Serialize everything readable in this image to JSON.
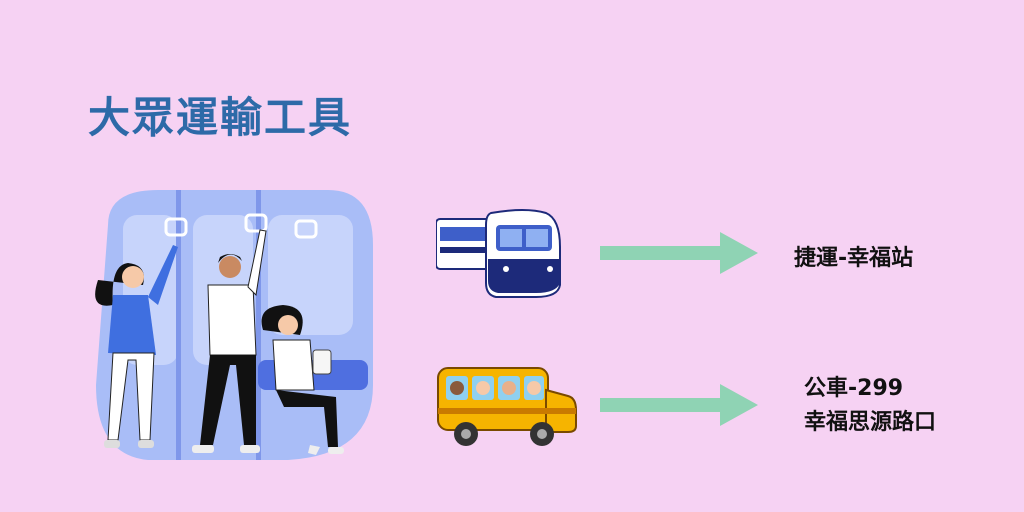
{
  "page": {
    "title": "大眾運輸工具"
  },
  "routes": [
    {
      "mode_icon": "metro-train-icon",
      "lines": [
        "捷運-幸福站"
      ]
    },
    {
      "mode_icon": "school-bus-icon",
      "lines": [
        "公車-299",
        "幸福思源路口"
      ]
    }
  ],
  "colors": {
    "background": "#f6d2f3",
    "title": "#2d6aa8",
    "arrow": "#8fd3b4",
    "scene_blue": "#8fa8f3",
    "train_navy": "#1d2a7a",
    "bus_yellow": "#f6b400"
  }
}
